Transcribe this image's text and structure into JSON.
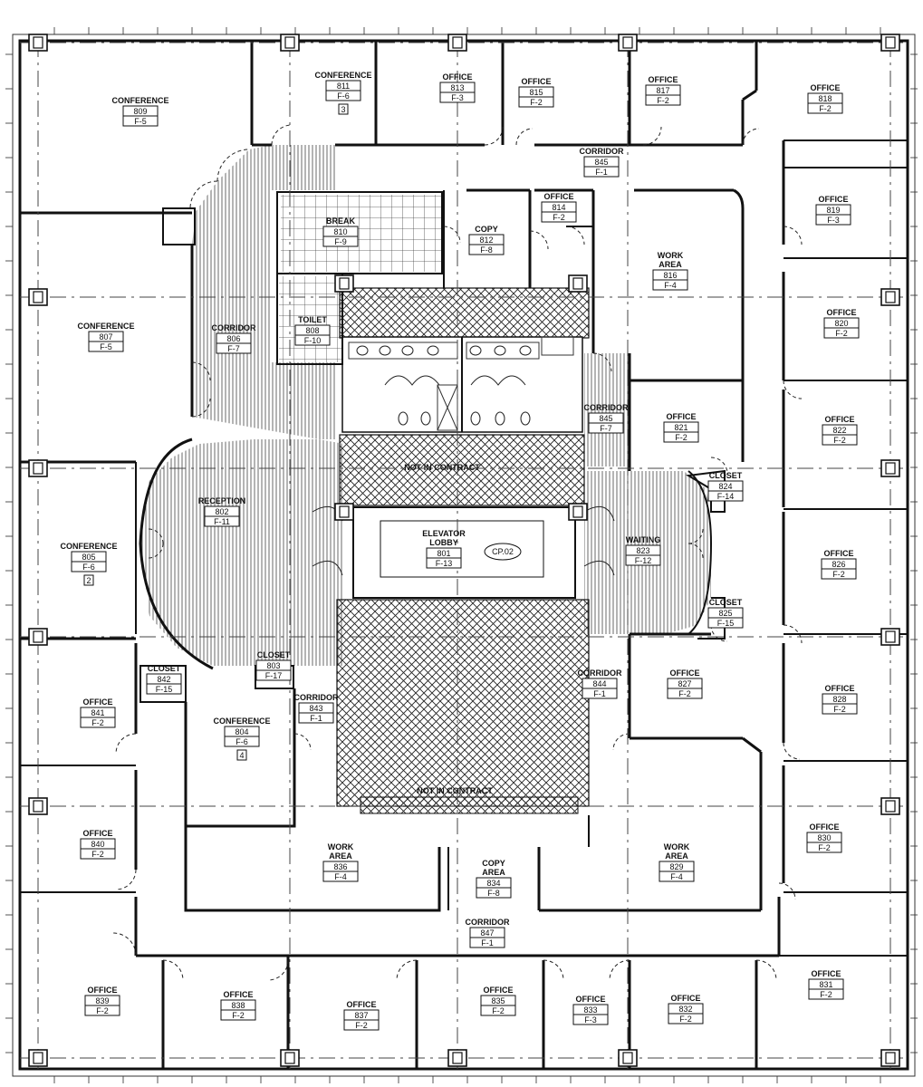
{
  "rooms": [
    {
      "id": "r809",
      "name": "CONFERENCE",
      "number": "809",
      "finish": "F-5"
    },
    {
      "id": "r811",
      "name": "CONFERENCE",
      "number": "811",
      "finish": "F-6",
      "key": "3"
    },
    {
      "id": "r813",
      "name": "OFFICE",
      "number": "813",
      "finish": "F-3"
    },
    {
      "id": "r815",
      "name": "OFFICE",
      "number": "815",
      "finish": "F-2"
    },
    {
      "id": "r817",
      "name": "OFFICE",
      "number": "817",
      "finish": "F-2"
    },
    {
      "id": "r818",
      "name": "OFFICE",
      "number": "818",
      "finish": "F-2"
    },
    {
      "id": "r845a",
      "name": "CORRIDOR",
      "number": "845",
      "finish": "F-1"
    },
    {
      "id": "r814",
      "name": "OFFICE",
      "number": "814",
      "finish": "F-2"
    },
    {
      "id": "r819",
      "name": "OFFICE",
      "number": "819",
      "finish": "F-3"
    },
    {
      "id": "r810",
      "name": "BREAK",
      "number": "810",
      "finish": "F-9"
    },
    {
      "id": "r812",
      "name": "COPY",
      "number": "812",
      "finish": "F-8"
    },
    {
      "id": "r816",
      "name": "WORK AREA",
      "number": "816",
      "finish": "F-4"
    },
    {
      "id": "r807",
      "name": "CONFERENCE",
      "number": "807",
      "finish": "F-5"
    },
    {
      "id": "r806",
      "name": "CORRIDOR",
      "number": "806",
      "finish": "F-7"
    },
    {
      "id": "r808",
      "name": "TOILET",
      "number": "808",
      "finish": "F-10"
    },
    {
      "id": "r820",
      "name": "OFFICE",
      "number": "820",
      "finish": "F-2"
    },
    {
      "id": "r845b",
      "name": "CORRIDOR",
      "number": "845",
      "finish": "F-7"
    },
    {
      "id": "r821",
      "name": "OFFICE",
      "number": "821",
      "finish": "F-2"
    },
    {
      "id": "r822",
      "name": "OFFICE",
      "number": "822",
      "finish": "F-2"
    },
    {
      "id": "r824",
      "name": "CLOSET",
      "number": "824",
      "finish": "F-14"
    },
    {
      "id": "r802",
      "name": "RECEPTION",
      "number": "802",
      "finish": "F-11"
    },
    {
      "id": "r801",
      "name": "ELEVATOR LOBBY",
      "number": "801",
      "finish": "F-13"
    },
    {
      "id": "r823",
      "name": "WAITING",
      "number": "823",
      "finish": "F-12"
    },
    {
      "id": "r805",
      "name": "CONFERENCE",
      "number": "805",
      "finish": "F-6",
      "key": "2"
    },
    {
      "id": "r826",
      "name": "OFFICE",
      "number": "826",
      "finish": "F-2"
    },
    {
      "id": "r825",
      "name": "CLOSET",
      "number": "825",
      "finish": "F-15"
    },
    {
      "id": "r803",
      "name": "CLOSET",
      "number": "803",
      "finish": "F-17"
    },
    {
      "id": "r842",
      "name": "CLOSET",
      "number": "842",
      "finish": "F-15"
    },
    {
      "id": "r844",
      "name": "CORRIDOR",
      "number": "844",
      "finish": "F-1"
    },
    {
      "id": "r827",
      "name": "OFFICE",
      "number": "827",
      "finish": "F-2"
    },
    {
      "id": "r828",
      "name": "OFFICE",
      "number": "828",
      "finish": "F-2"
    },
    {
      "id": "r841",
      "name": "OFFICE",
      "number": "841",
      "finish": "F-2"
    },
    {
      "id": "r804",
      "name": "CONFERENCE",
      "number": "804",
      "finish": "F-6",
      "key": "4"
    },
    {
      "id": "r843",
      "name": "CORRIDOR",
      "number": "843",
      "finish": "F-1"
    },
    {
      "id": "r840",
      "name": "OFFICE",
      "number": "840",
      "finish": "F-2"
    },
    {
      "id": "r836",
      "name": "WORK AREA",
      "number": "836",
      "finish": "F-4"
    },
    {
      "id": "r834",
      "name": "COPY AREA",
      "number": "834",
      "finish": "F-8"
    },
    {
      "id": "r829",
      "name": "WORK AREA",
      "number": "829",
      "finish": "F-4"
    },
    {
      "id": "r830",
      "name": "OFFICE",
      "number": "830",
      "finish": "F-2"
    },
    {
      "id": "r847",
      "name": "CORRIDOR",
      "number": "847",
      "finish": "F-1"
    },
    {
      "id": "r839",
      "name": "OFFICE",
      "number": "839",
      "finish": "F-2"
    },
    {
      "id": "r838",
      "name": "OFFICE",
      "number": "838",
      "finish": "F-2"
    },
    {
      "id": "r837",
      "name": "OFFICE",
      "number": "837",
      "finish": "F-2"
    },
    {
      "id": "r835",
      "name": "OFFICE",
      "number": "835",
      "finish": "F-2"
    },
    {
      "id": "r833",
      "name": "OFFICE",
      "number": "833",
      "finish": "F-3"
    },
    {
      "id": "r832",
      "name": "OFFICE",
      "number": "832",
      "finish": "F-2"
    },
    {
      "id": "r831",
      "name": "OFFICE",
      "number": "831",
      "finish": "F-2"
    }
  ],
  "notes": {
    "not_in_contract_upper": "NOT IN CONTRACT",
    "not_in_contract_lower": "NOT IN CONTRACT",
    "tag_cp02": "CP.02"
  },
  "colors": {
    "line": "#111111",
    "background": "#ffffff",
    "hatch": "#333333"
  }
}
